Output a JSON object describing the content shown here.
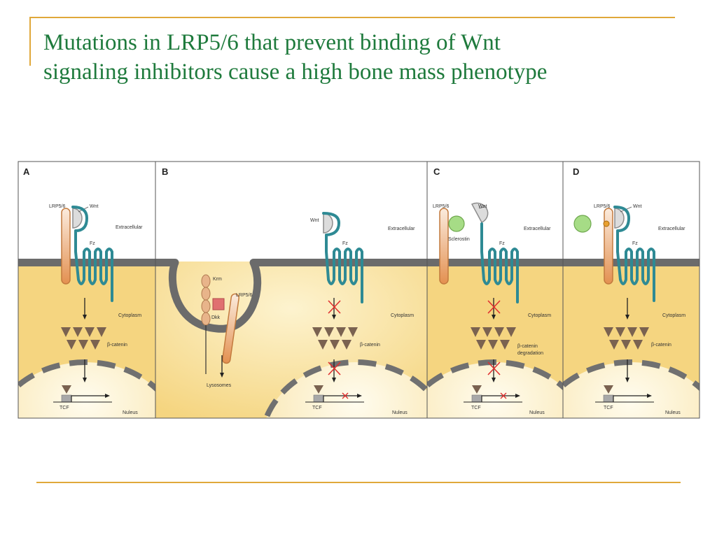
{
  "slide": {
    "title_line1": "Mutations in LRP5/6 that prevent binding of Wnt",
    "title_line2": "signaling inhibitors cause a high bone mass phenotype"
  },
  "colors": {
    "title": "#1E7A3C",
    "rule": "#E0A83A",
    "cytoplasm": "#F5D580",
    "membrane": "#6B6B6B",
    "receptor_fz": "#2E8A94",
    "lrp": "#E8A46A",
    "catenin": "#7A6250",
    "sclerostin": "#A6DC86",
    "dkk": "#E07070"
  },
  "panels": [
    {
      "letter": "A",
      "labels": {
        "lrp": "LRP5/6",
        "wnt": "Wnt",
        "extracellular": "Extracellular",
        "fz": "Fz",
        "cytoplasm": "Cytoplasm",
        "catenin": "β-catenin",
        "tcf": "TCF",
        "nucleus": "Nuleus"
      }
    },
    {
      "letter": "B",
      "labels": {
        "krm": "Krm",
        "dkk": "Dkk",
        "lrp": "LRP5/6",
        "lysosomes": "Lysosomes",
        "wnt": "Wnt",
        "fz": "Fz",
        "extracellular": "Extracellular",
        "cytoplasm": "Cytoplasm",
        "catenin": "β-catenin",
        "tcf": "TCF",
        "nucleus": "Nuleus"
      }
    },
    {
      "letter": "C",
      "labels": {
        "lrp": "LRP5/6",
        "wnt": "Wnt",
        "sclerostin": "Sclerostin",
        "fz": "Fz",
        "extracellular": "Extracellular",
        "cytoplasm": "Cytoplasm",
        "catenin_line1": "β-catenin",
        "catenin_line2": "degradation",
        "tcf": "TCF",
        "nucleus": "Nuleus"
      }
    },
    {
      "letter": "D",
      "labels": {
        "lrp": "LRP5/6",
        "wnt": "Wnt",
        "fz": "Fz",
        "extracellular": "Extracellular",
        "cytoplasm": "Cytoplasm",
        "catenin": "β-catenin",
        "tcf": "TCF",
        "nucleus": "Nuleus"
      }
    }
  ]
}
